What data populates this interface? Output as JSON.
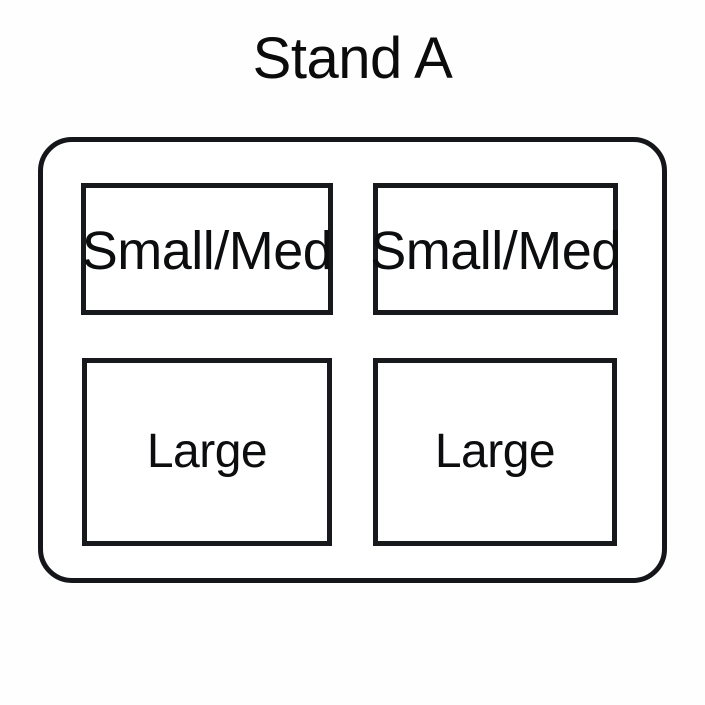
{
  "diagram": {
    "title": "Stand A",
    "type": "equipment-stand-layout",
    "colors": {
      "background": "#fefefe",
      "stroke": "#17191c",
      "text": "#0c0d0f"
    },
    "container": {
      "name": "stand-outline",
      "shape": "rounded-rectangle"
    },
    "slots": [
      {
        "id": "slot-top-left",
        "label": "Small/Med",
        "row": "top",
        "column": "left",
        "size_class": "Small/Med"
      },
      {
        "id": "slot-top-right",
        "label": "Small/Med",
        "row": "top",
        "column": "right",
        "size_class": "Small/Med"
      },
      {
        "id": "slot-bottom-left",
        "label": "Large",
        "row": "bottom",
        "column": "left",
        "size_class": "Large"
      },
      {
        "id": "slot-bottom-right",
        "label": "Large",
        "row": "bottom",
        "column": "right",
        "size_class": "Large"
      }
    ]
  }
}
